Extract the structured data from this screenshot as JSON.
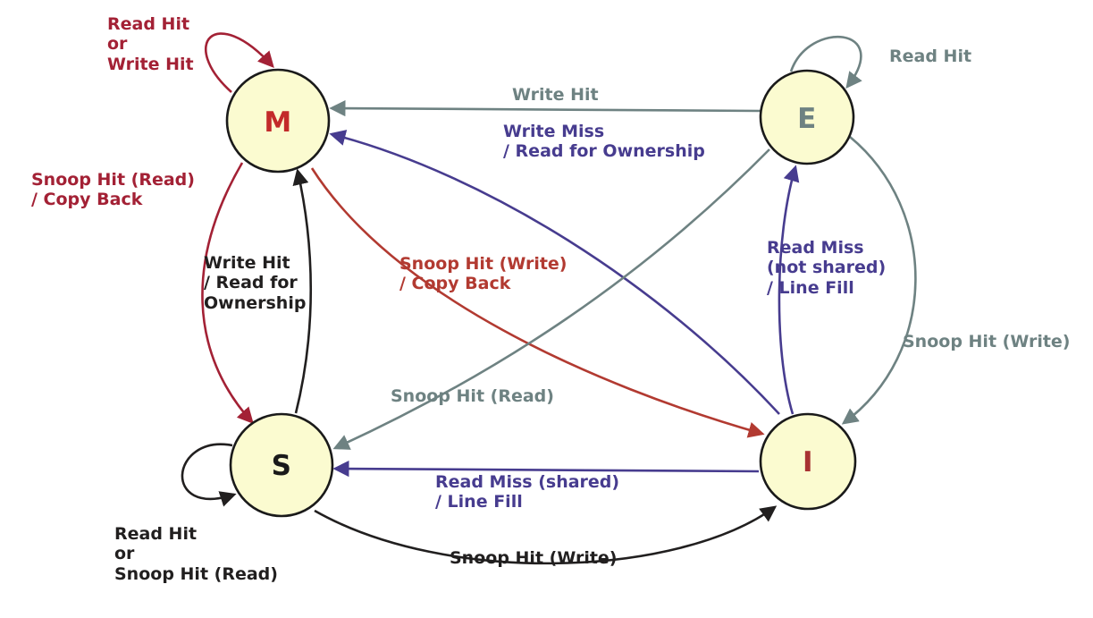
{
  "palette": {
    "state_fill": "#fbfbd0",
    "state_border": "#1a1a1a",
    "dark_red": "#a32135",
    "red": "#b23a31",
    "slate_green": "#6e8282",
    "purple": "#473c8f",
    "black": "#211f1f",
    "state_letter_M": "#c32a2a",
    "state_letter_E": "#6e8282",
    "state_letter_S": "#1a1a1a",
    "state_letter_I": "#a83232"
  },
  "states": [
    {
      "id": "M",
      "label": "M"
    },
    {
      "id": "E",
      "label": "E"
    },
    {
      "id": "S",
      "label": "S"
    },
    {
      "id": "I",
      "label": "I"
    }
  ],
  "transitions": [
    {
      "from": "M",
      "to": "M",
      "color": "dark_red",
      "label": "Read Hit\nor\nWrite Hit"
    },
    {
      "from": "E",
      "to": "E",
      "color": "slate_green",
      "label": "Read Hit"
    },
    {
      "from": "E",
      "to": "M",
      "color": "slate_green",
      "label": "Write Hit"
    },
    {
      "from": "I",
      "to": "M",
      "color": "purple",
      "label": "Write Miss\n/ Read for Ownership"
    },
    {
      "from": "M",
      "to": "S",
      "color": "dark_red",
      "label": "Snoop Hit (Read)\n/ Copy Back"
    },
    {
      "from": "S",
      "to": "M",
      "color": "black",
      "label": "Write Hit\n/ Read for\nOwnership"
    },
    {
      "from": "M",
      "to": "I",
      "color": "red",
      "label": "Snoop Hit (Write)\n/ Copy Back"
    },
    {
      "from": "E",
      "to": "S",
      "color": "slate_green",
      "label": "Snoop Hit (Read)"
    },
    {
      "from": "I",
      "to": "E",
      "color": "purple",
      "label": "Read Miss\n(not shared)\n/ Line Fill"
    },
    {
      "from": "E",
      "to": "I",
      "color": "slate_green",
      "label": "Snoop Hit (Write)"
    },
    {
      "from": "I",
      "to": "S",
      "color": "purple",
      "label": "Read Miss (shared)\n/ Line Fill"
    },
    {
      "from": "S",
      "to": "I",
      "color": "black",
      "label": "Snoop Hit (Write)"
    },
    {
      "from": "S",
      "to": "S",
      "color": "black",
      "label": "Read Hit\nor\nSnoop Hit (Read)"
    }
  ]
}
